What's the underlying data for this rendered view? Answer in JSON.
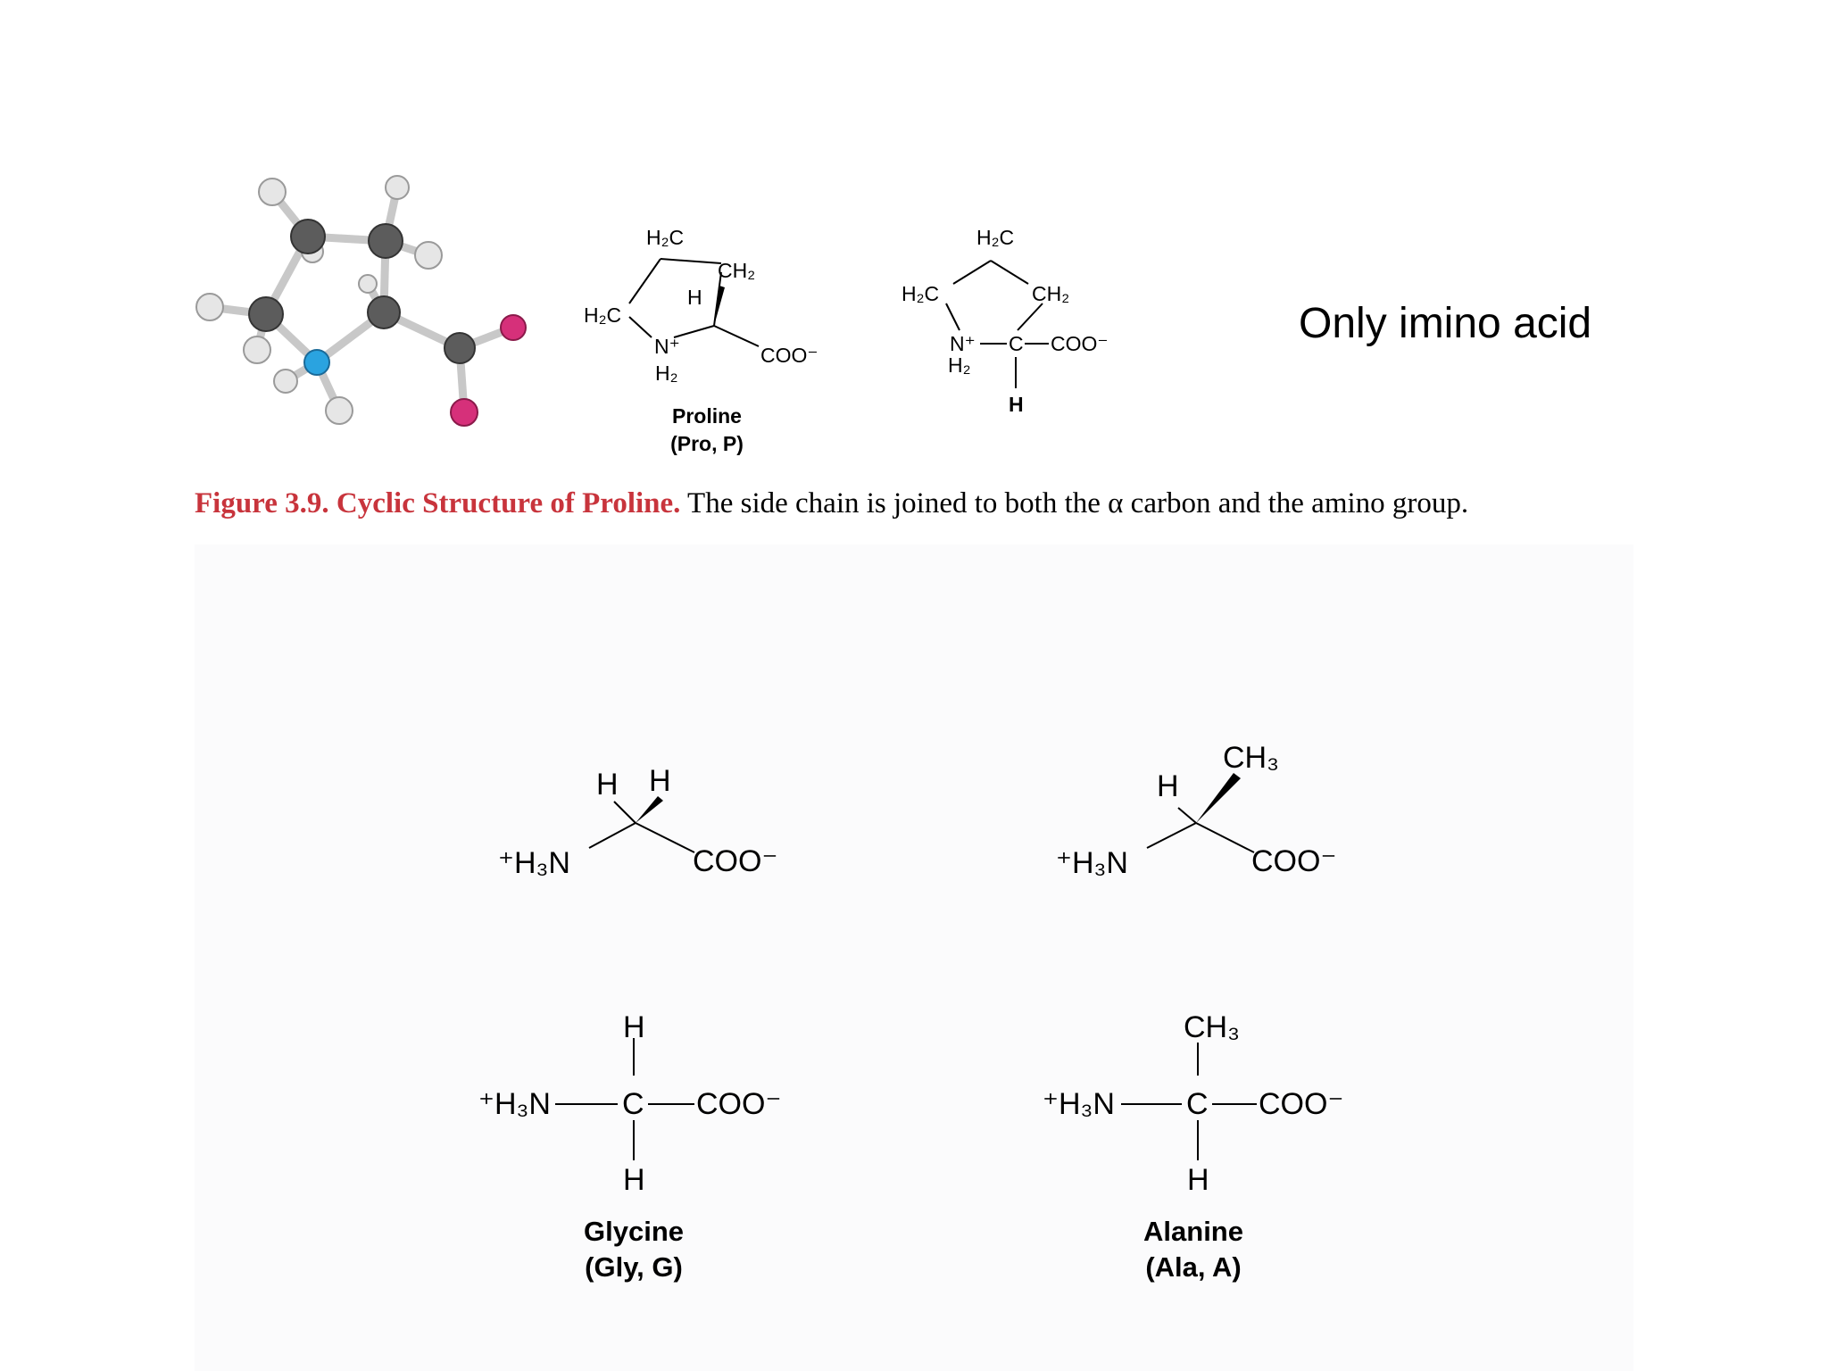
{
  "note": "Only imino acid",
  "caption": {
    "lead": "Figure 3.9. Cyclic Structure of Proline.",
    "text": " The side chain is joined to both the α carbon and the amino group."
  },
  "proline_wedge": {
    "c_top": "H₂C",
    "ch2": "CH₂",
    "h": "H",
    "h2c": "H₂C",
    "n": "N⁺",
    "nh2": "H₂",
    "coo": "COO⁻",
    "name": "Proline",
    "abbr": "(Pro, P)"
  },
  "proline_flat": {
    "c_top": "H₂C",
    "ch2": "CH₂",
    "h2c": "H₂C",
    "n": "N⁺",
    "nh2": "H₂",
    "c": "C",
    "coo": "COO⁻",
    "h": "H"
  },
  "glycine_wedge": {
    "h_left": "H",
    "h_right": "H",
    "n": "⁺H₃N",
    "coo": "COO⁻"
  },
  "alanine_wedge": {
    "h": "H",
    "ch3": "CH₃",
    "n": "⁺H₃N",
    "coo": "COO⁻"
  },
  "glycine_fischer": {
    "top": "H",
    "n": "⁺H₃N",
    "c": "C",
    "coo": "COO⁻",
    "bottom": "H",
    "name": "Glycine",
    "abbr": "(Gly, G)"
  },
  "alanine_fischer": {
    "top": "CH₃",
    "n": "⁺H₃N",
    "c": "C",
    "coo": "COO⁻",
    "bottom": "H",
    "name": "Alanine",
    "abbr": "(Ala, A)"
  },
  "colors": {
    "caption_lead": "#c8343c",
    "carbon": "#5c5c5c",
    "hydrogen": "#e6e6e6",
    "nitrogen": "#2aa3e0",
    "oxygen": "#d6307a",
    "bond": "#c8c8c8",
    "panel": "#fbfbfc"
  }
}
